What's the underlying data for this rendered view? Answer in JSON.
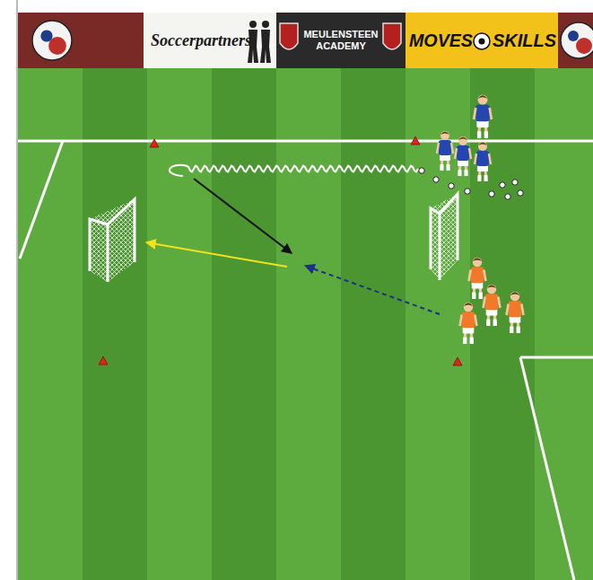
{
  "diagram": {
    "labels": [
      "Soccerpartners",
      "MEULENSTEEN ACADEMY",
      "MOVES",
      "SKILLS"
    ]
  }
}
